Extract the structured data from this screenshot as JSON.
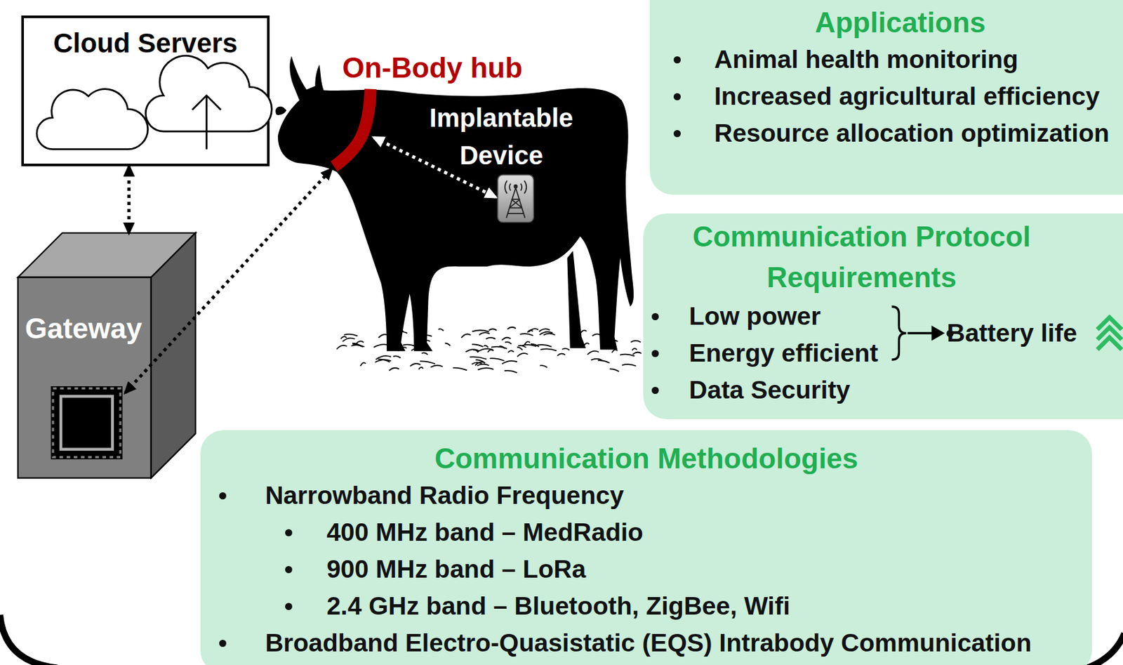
{
  "diagram": {
    "nodes": [
      {
        "text": [
          "Cloud Servers"
        ]
      },
      {
        "text": [
          "Gateway"
        ]
      },
      {
        "text": [
          "On-Body hub"
        ]
      },
      {
        "text": [
          "Implantable Device"
        ]
      },
      {
        "text": [
          "Applications",
          "Animal health monitoring",
          "Increased agricultural efficiency",
          "Resource allocation optimization"
        ]
      },
      {
        "text": [
          "Communication Protocol Requirements",
          "Low power",
          "Energy efficient",
          "Battery life",
          "Data Security"
        ]
      },
      {
        "text": [
          "Communication Methodologies",
          "Narrowband Radio Frequency",
          "400 MHz band – MedRadio",
          "900 MHz band – LoRa",
          "2.4 GHz band – Bluetooth, ZigBee, Wifi",
          "Broadband Electro-Quasistatic (EQS) Intrabody Communication"
        ]
      }
    ],
    "edges": [
      {
        "from": 0,
        "to": 1,
        "arrow": "both"
      },
      {
        "from": 1,
        "to": 2,
        "arrow": "both"
      },
      {
        "from": 2,
        "to": 3,
        "arrow": "both"
      }
    ]
  }
}
